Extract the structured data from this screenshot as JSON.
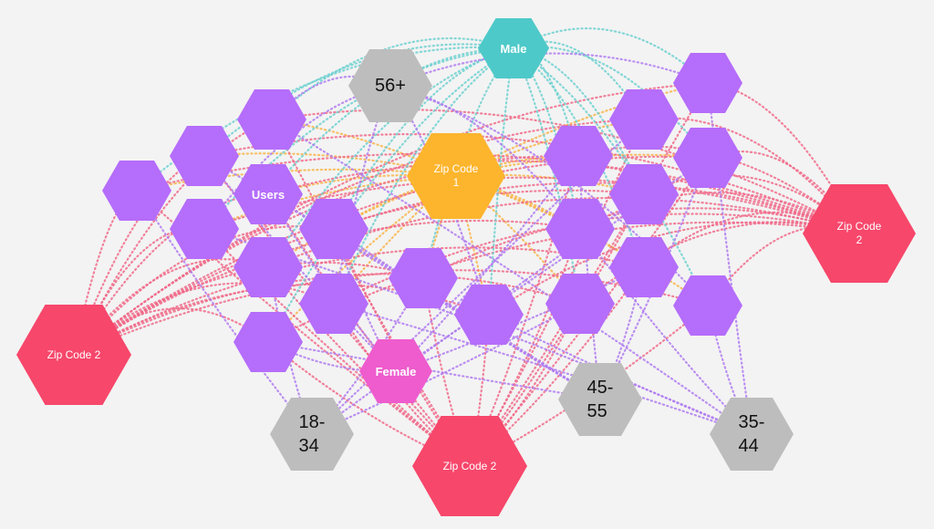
{
  "colors": {
    "user": "#b56dfb",
    "age": "#bdbdbd",
    "zip_red": "#f7476b",
    "zip_gold": "#fdb52d",
    "male": "#4ec9c9",
    "female": "#ee5ccd",
    "edge_purple": "#b07cf0",
    "edge_pink": "#f06b8a",
    "edge_orange": "#f8b54a",
    "edge_teal": "#6fd0d0",
    "background": "#f3f3f3"
  },
  "labels": {
    "male": "Male",
    "female": "Female",
    "users": "Users",
    "age_56": "56+",
    "age_18_34": "18-\n34",
    "age_45_55": "45-\n55",
    "age_35_44": "35-\n44",
    "zip_code_1": "Zip Code\n1",
    "zip_code_2_left": "Zip Code 2",
    "zip_code_2_right": "Zip Code\n2",
    "zip_code_2_bottom": "Zip Code 2"
  }
}
